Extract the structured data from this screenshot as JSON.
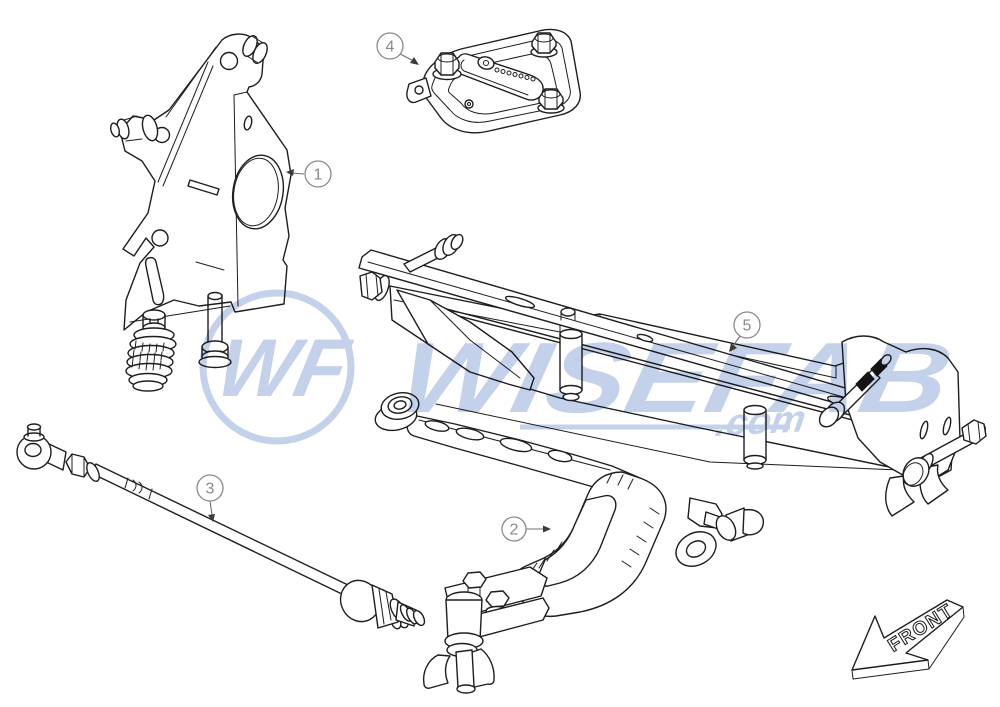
{
  "figure": {
    "background": "#ffffff",
    "line_color": "#1d1d1d"
  },
  "callouts": {
    "color": "#8a8a8a",
    "items": [
      {
        "number": "1"
      },
      {
        "number": "2"
      },
      {
        "number": "3"
      },
      {
        "number": "4"
      },
      {
        "number": "5"
      }
    ]
  },
  "watermark": {
    "initials": "WF",
    "brand": "WISEFAB",
    "suffix": ".com",
    "color": "#3a64b8"
  },
  "front_marker": {
    "label": "FRONT"
  }
}
